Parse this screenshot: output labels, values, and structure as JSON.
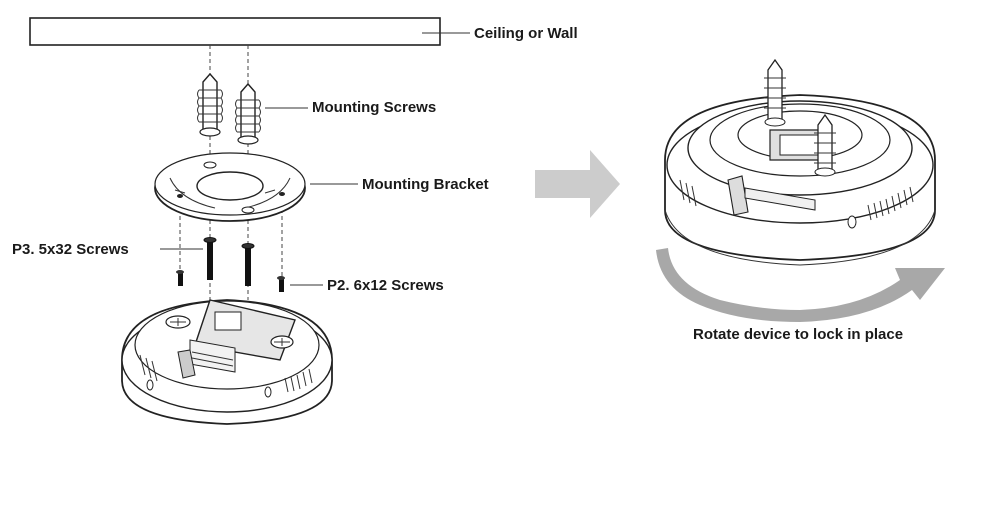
{
  "labels": {
    "ceiling": "Ceiling or Wall",
    "mounting_screws": "Mounting Screws",
    "mounting_bracket": "Mounting Bracket",
    "p3_screws": "P3. 5x32 Screws",
    "p2_screws": "P2. 6x12 Screws",
    "rotate_caption": "Rotate device to lock in place"
  },
  "colors": {
    "line": "#222222",
    "arrow_gray": "#c8c8c8",
    "rotate_arrow_gray": "#9a9a9a"
  },
  "icons": {
    "step_arrow": "right-arrow-icon",
    "rotation": "rotation-arrow-icon"
  }
}
